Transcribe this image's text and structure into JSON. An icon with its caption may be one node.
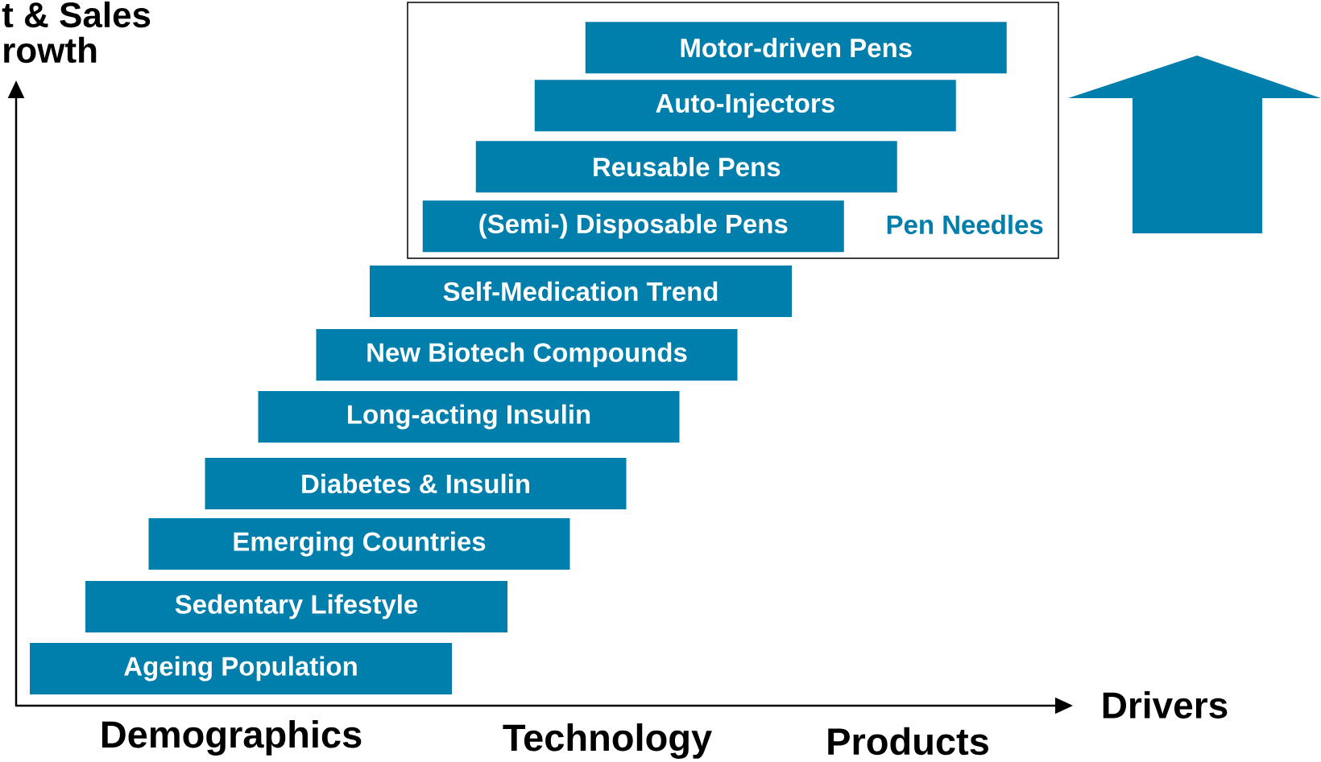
{
  "diagram": {
    "nodes": [
      {
        "text": [
          "Pen Needles"
        ]
      },
      {
        "text": [
          "Motor-driven Pens"
        ],
        "in": 0
      },
      {
        "text": [
          "Auto-Injectors"
        ],
        "in": 0
      },
      {
        "text": [
          "Reusable Pens"
        ],
        "in": 0
      },
      {
        "text": [
          "(Semi-) Disposable Pens"
        ],
        "in": 0
      },
      {
        "text": [
          "Self-Medication Trend"
        ]
      },
      {
        "text": [
          "New Biotech Compounds"
        ]
      },
      {
        "text": [
          "Long-acting Insulin"
        ]
      },
      {
        "text": [
          "Diabetes & Insulin"
        ]
      },
      {
        "text": [
          "Emerging Countries"
        ]
      },
      {
        "text": [
          "Sedentary Lifestyle"
        ]
      },
      {
        "text": [
          "Ageing Population"
        ]
      }
    ],
    "labels": [
      "t & Sales",
      "rowth",
      "Drivers",
      "Demographics",
      "Technology",
      "Products"
    ]
  }
}
